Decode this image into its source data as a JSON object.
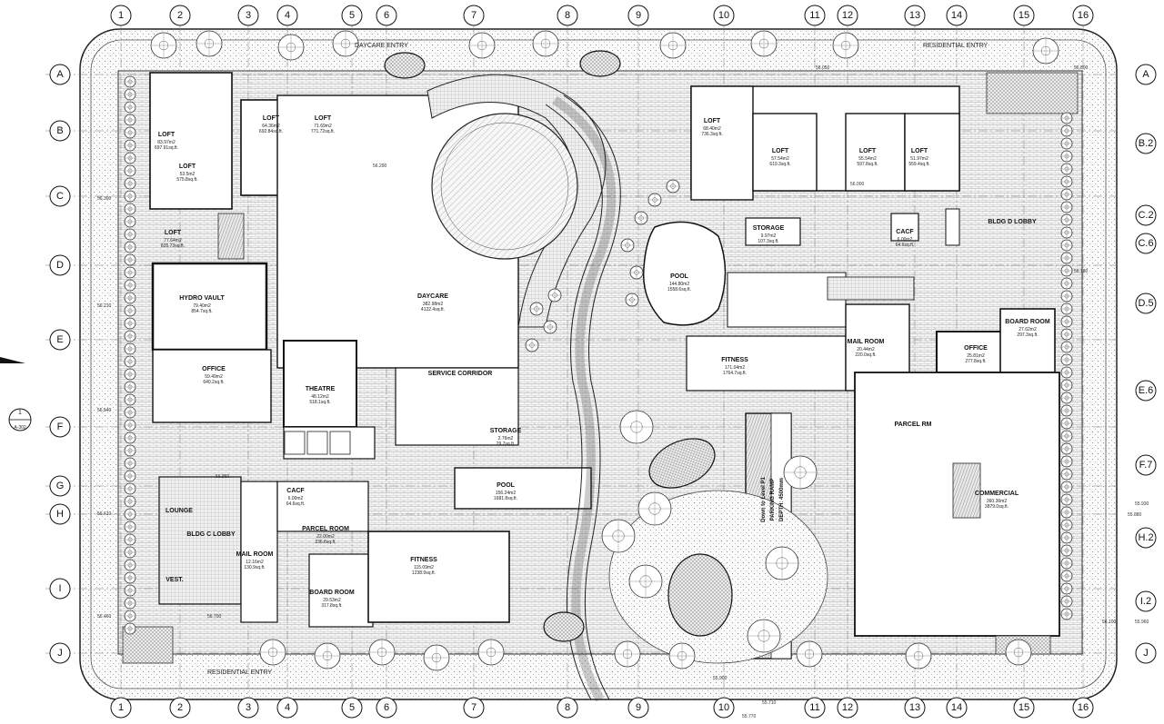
{
  "grid": {
    "columns": [
      "1",
      "2",
      "3",
      "4",
      "5",
      "6",
      "7",
      "8",
      "9",
      "10",
      "11",
      "12",
      "13",
      "14",
      "15",
      "16"
    ],
    "rows_left": [
      "A",
      "B",
      "C",
      "D",
      "E",
      "F",
      "G",
      "H",
      "I",
      "J"
    ],
    "rows_right": [
      "A",
      "B.2",
      "C.2",
      "C.6",
      "D.5",
      "E.6",
      "F.7",
      "H.2",
      "I.2",
      "J"
    ]
  },
  "section_marker": {
    "number": "1",
    "sheet": "A-302"
  },
  "entries": {
    "daycare": "DAYCARE ENTRY",
    "residential_top": "RESIDENTIAL ENTRY",
    "residential_bottom": "RESIDENTIAL ENTRY"
  },
  "parking_ramp": {
    "line1": "Down to Level P1",
    "line2": "PARKING RAMP",
    "line3": "DEPTH: 4500mm"
  },
  "rooms": [
    {
      "name": "LOFT",
      "area": "83.97m2",
      "sqft": "697.91sq.ft."
    },
    {
      "name": "LOFT",
      "area": "53.5m2",
      "sqft": "575.8sq.ft."
    },
    {
      "name": "LOFT",
      "area": "77.64m2",
      "sqft": "835.73sq.ft."
    },
    {
      "name": "LOFT",
      "area": "64.36m2",
      "sqft": "692.84sq.ft."
    },
    {
      "name": "LOFT",
      "area": "71.69m2",
      "sqft": "771.72sq.ft."
    },
    {
      "name": "HYDRO VAULT",
      "area": "79.40m2",
      "sqft": "854.7sq.ft."
    },
    {
      "name": "OFFICE",
      "area": "59.49m2",
      "sqft": "640.2sq.ft."
    },
    {
      "name": "THEATRE",
      "area": "48.12m2",
      "sqft": "518.1sq.ft."
    },
    {
      "name": "DAYCARE",
      "area": "382.98m2",
      "sqft": "4122.4sq.ft."
    },
    {
      "name": "SERVICE CORRIDOR",
      "area": "",
      "sqft": ""
    },
    {
      "name": "STORAGE",
      "area": "2.76m2",
      "sqft": "29.7sq.ft."
    },
    {
      "name": "POOL",
      "area": "156.24m2",
      "sqft": "1681.8sq.ft."
    },
    {
      "name": "LOUNGE",
      "area": "",
      "sqft": ""
    },
    {
      "name": "BLDG C LOBBY",
      "area": "",
      "sqft": ""
    },
    {
      "name": "VEST.",
      "area": "",
      "sqft": ""
    },
    {
      "name": "MAIL ROOM",
      "area": "12.16m2",
      "sqft": "130.9sq.ft."
    },
    {
      "name": "CACF",
      "area": "6.00m2",
      "sqft": "64.6sq.ft."
    },
    {
      "name": "PARCEL ROOM",
      "area": "22.00m2",
      "sqft": "236.8sq.ft."
    },
    {
      "name": "BOARD ROOM",
      "area": "29.53m2",
      "sqft": "317.8sq.ft."
    },
    {
      "name": "FITNESS",
      "area": "115.09m2",
      "sqft": "1238.9sq.ft."
    },
    {
      "name": "LOFT",
      "area": "68.40m2",
      "sqft": "736.3sq.ft."
    },
    {
      "name": "LOFT",
      "area": "57.54m2",
      "sqft": "619.3sq.ft."
    },
    {
      "name": "LOFT",
      "area": "55.54m2",
      "sqft": "597.8sq.ft."
    },
    {
      "name": "LOFT",
      "area": "51.97m2",
      "sqft": "559.4sq.ft."
    },
    {
      "name": "STORAGE",
      "area": "9.97m2",
      "sqft": "107.3sq.ft."
    },
    {
      "name": "CACF",
      "area": "6.00m2",
      "sqft": "64.6sq.ft."
    },
    {
      "name": "BLDG D LOBBY",
      "area": "",
      "sqft": ""
    },
    {
      "name": "POOL",
      "area": "144.80m2",
      "sqft": "1558.6sq.ft."
    },
    {
      "name": "FITNESS",
      "area": "171.04m2",
      "sqft": "1764.7sq.ft."
    },
    {
      "name": "MAIL ROOM",
      "area": "20.44m2",
      "sqft": "220.0sq.ft."
    },
    {
      "name": "OFFICE",
      "area": "25.81m2",
      "sqft": "277.8sq.ft."
    },
    {
      "name": "BOARD ROOM",
      "area": "27.62m2",
      "sqft": "297.3sq.ft."
    },
    {
      "name": "PARCEL RM",
      "area": "",
      "sqft": ""
    },
    {
      "name": "COMMERCIAL",
      "area": "360.36m2",
      "sqft": "3879.0sq.ft."
    }
  ],
  "elevations": [
    "56.300",
    "56.290",
    "56.000",
    "56.210",
    "56.540",
    "56.850",
    "56.610",
    "56.460",
    "56.700",
    "56.800",
    "55.930",
    "55.880",
    "55.770",
    "55.710",
    "56.100",
    "55.960",
    "56.050",
    "55.900",
    "56.180"
  ]
}
